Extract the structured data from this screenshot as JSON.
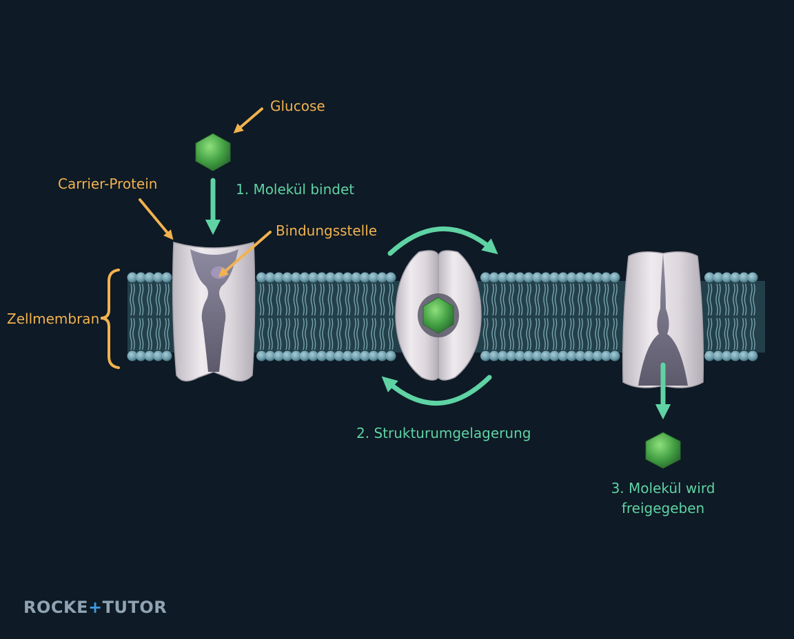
{
  "colors": {
    "background": "#0e1a25",
    "annotation": "#f2b24f",
    "step": "#5fd3a4",
    "glucose": "#4fa84a",
    "membrane_head": "#6a9aaa",
    "membrane_tail": "#4e7a86",
    "protein": "#d8d3d8",
    "channel": "#7e7a8c"
  },
  "labels": {
    "glucose": "Glucose",
    "carrier_protein": "Carrier-Protein",
    "binding_site": "Bindungsstelle",
    "cell_membrane": "Zellmembran"
  },
  "steps": {
    "step1": "1. Molekül bindet",
    "step2": "2. Strukturumgelagerung",
    "step3_line1": "3. Molekül wird",
    "step3_line2": "freigegeben"
  },
  "logo": {
    "part1": "ROCKE",
    "part2": "+",
    "part3": "TUTOR"
  },
  "icons": [
    "glucose-molecule-icon",
    "arrow-icon",
    "cycle-arrow-icon",
    "brace-icon"
  ]
}
